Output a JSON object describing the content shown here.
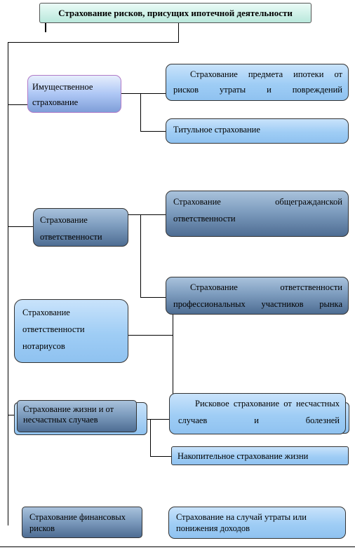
{
  "title": "Страхование рисков, присущих ипотечной деятельности",
  "nodes": {
    "property": "Имущественное страхование",
    "liability": "Страхование ответственности",
    "notary": "Страхование ответственности нотариусов",
    "life": "Страхование жизни и от несчастных случаев",
    "financial": "Страхование финансовых рисков",
    "property_subject": "Страхование предмета ипотеки от рисков утраты и повреждений",
    "title_insurance": "Титульное страхование",
    "civil_liability": "Страхование общегражданской ответственности",
    "professional_liability": "Страхование ответственности профессиональных участников рынка",
    "risk_accident": "Рисковое страхование от несчастных случаев и болезней",
    "savings_life": "Накопительное страхование жизни",
    "income_loss": "Страхование на случай утраты или понижения доходов"
  }
}
